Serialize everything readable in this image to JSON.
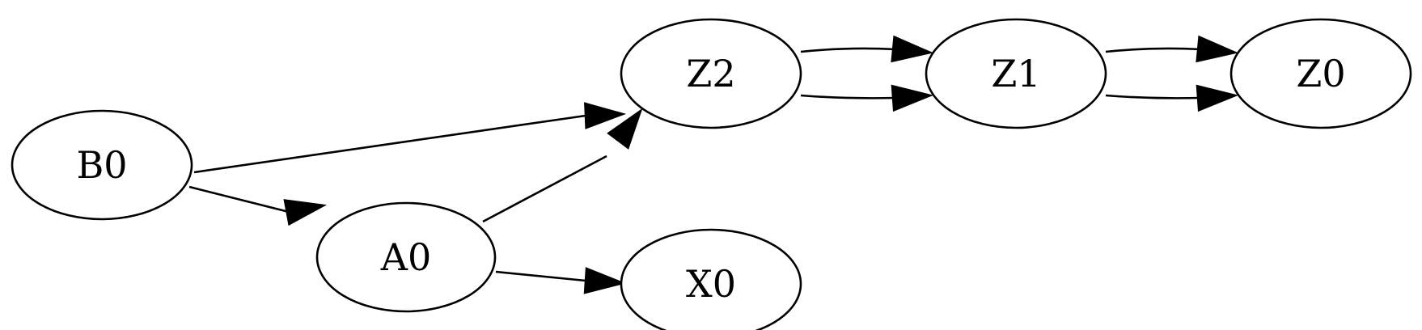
{
  "graph": {
    "nodes": [
      {
        "id": "B0",
        "label": "B0"
      },
      {
        "id": "A0",
        "label": "A0"
      },
      {
        "id": "Z2",
        "label": "Z2"
      },
      {
        "id": "X0",
        "label": "X0"
      },
      {
        "id": "Z1",
        "label": "Z1"
      },
      {
        "id": "Z0",
        "label": "Z0"
      }
    ],
    "edges": [
      {
        "from": "B0",
        "to": "Z2"
      },
      {
        "from": "B0",
        "to": "A0"
      },
      {
        "from": "A0",
        "to": "Z2"
      },
      {
        "from": "A0",
        "to": "X0"
      },
      {
        "from": "Z2",
        "to": "Z1"
      },
      {
        "from": "Z2",
        "to": "Z1"
      },
      {
        "from": "Z1",
        "to": "Z0"
      },
      {
        "from": "Z1",
        "to": "Z0"
      }
    ]
  }
}
